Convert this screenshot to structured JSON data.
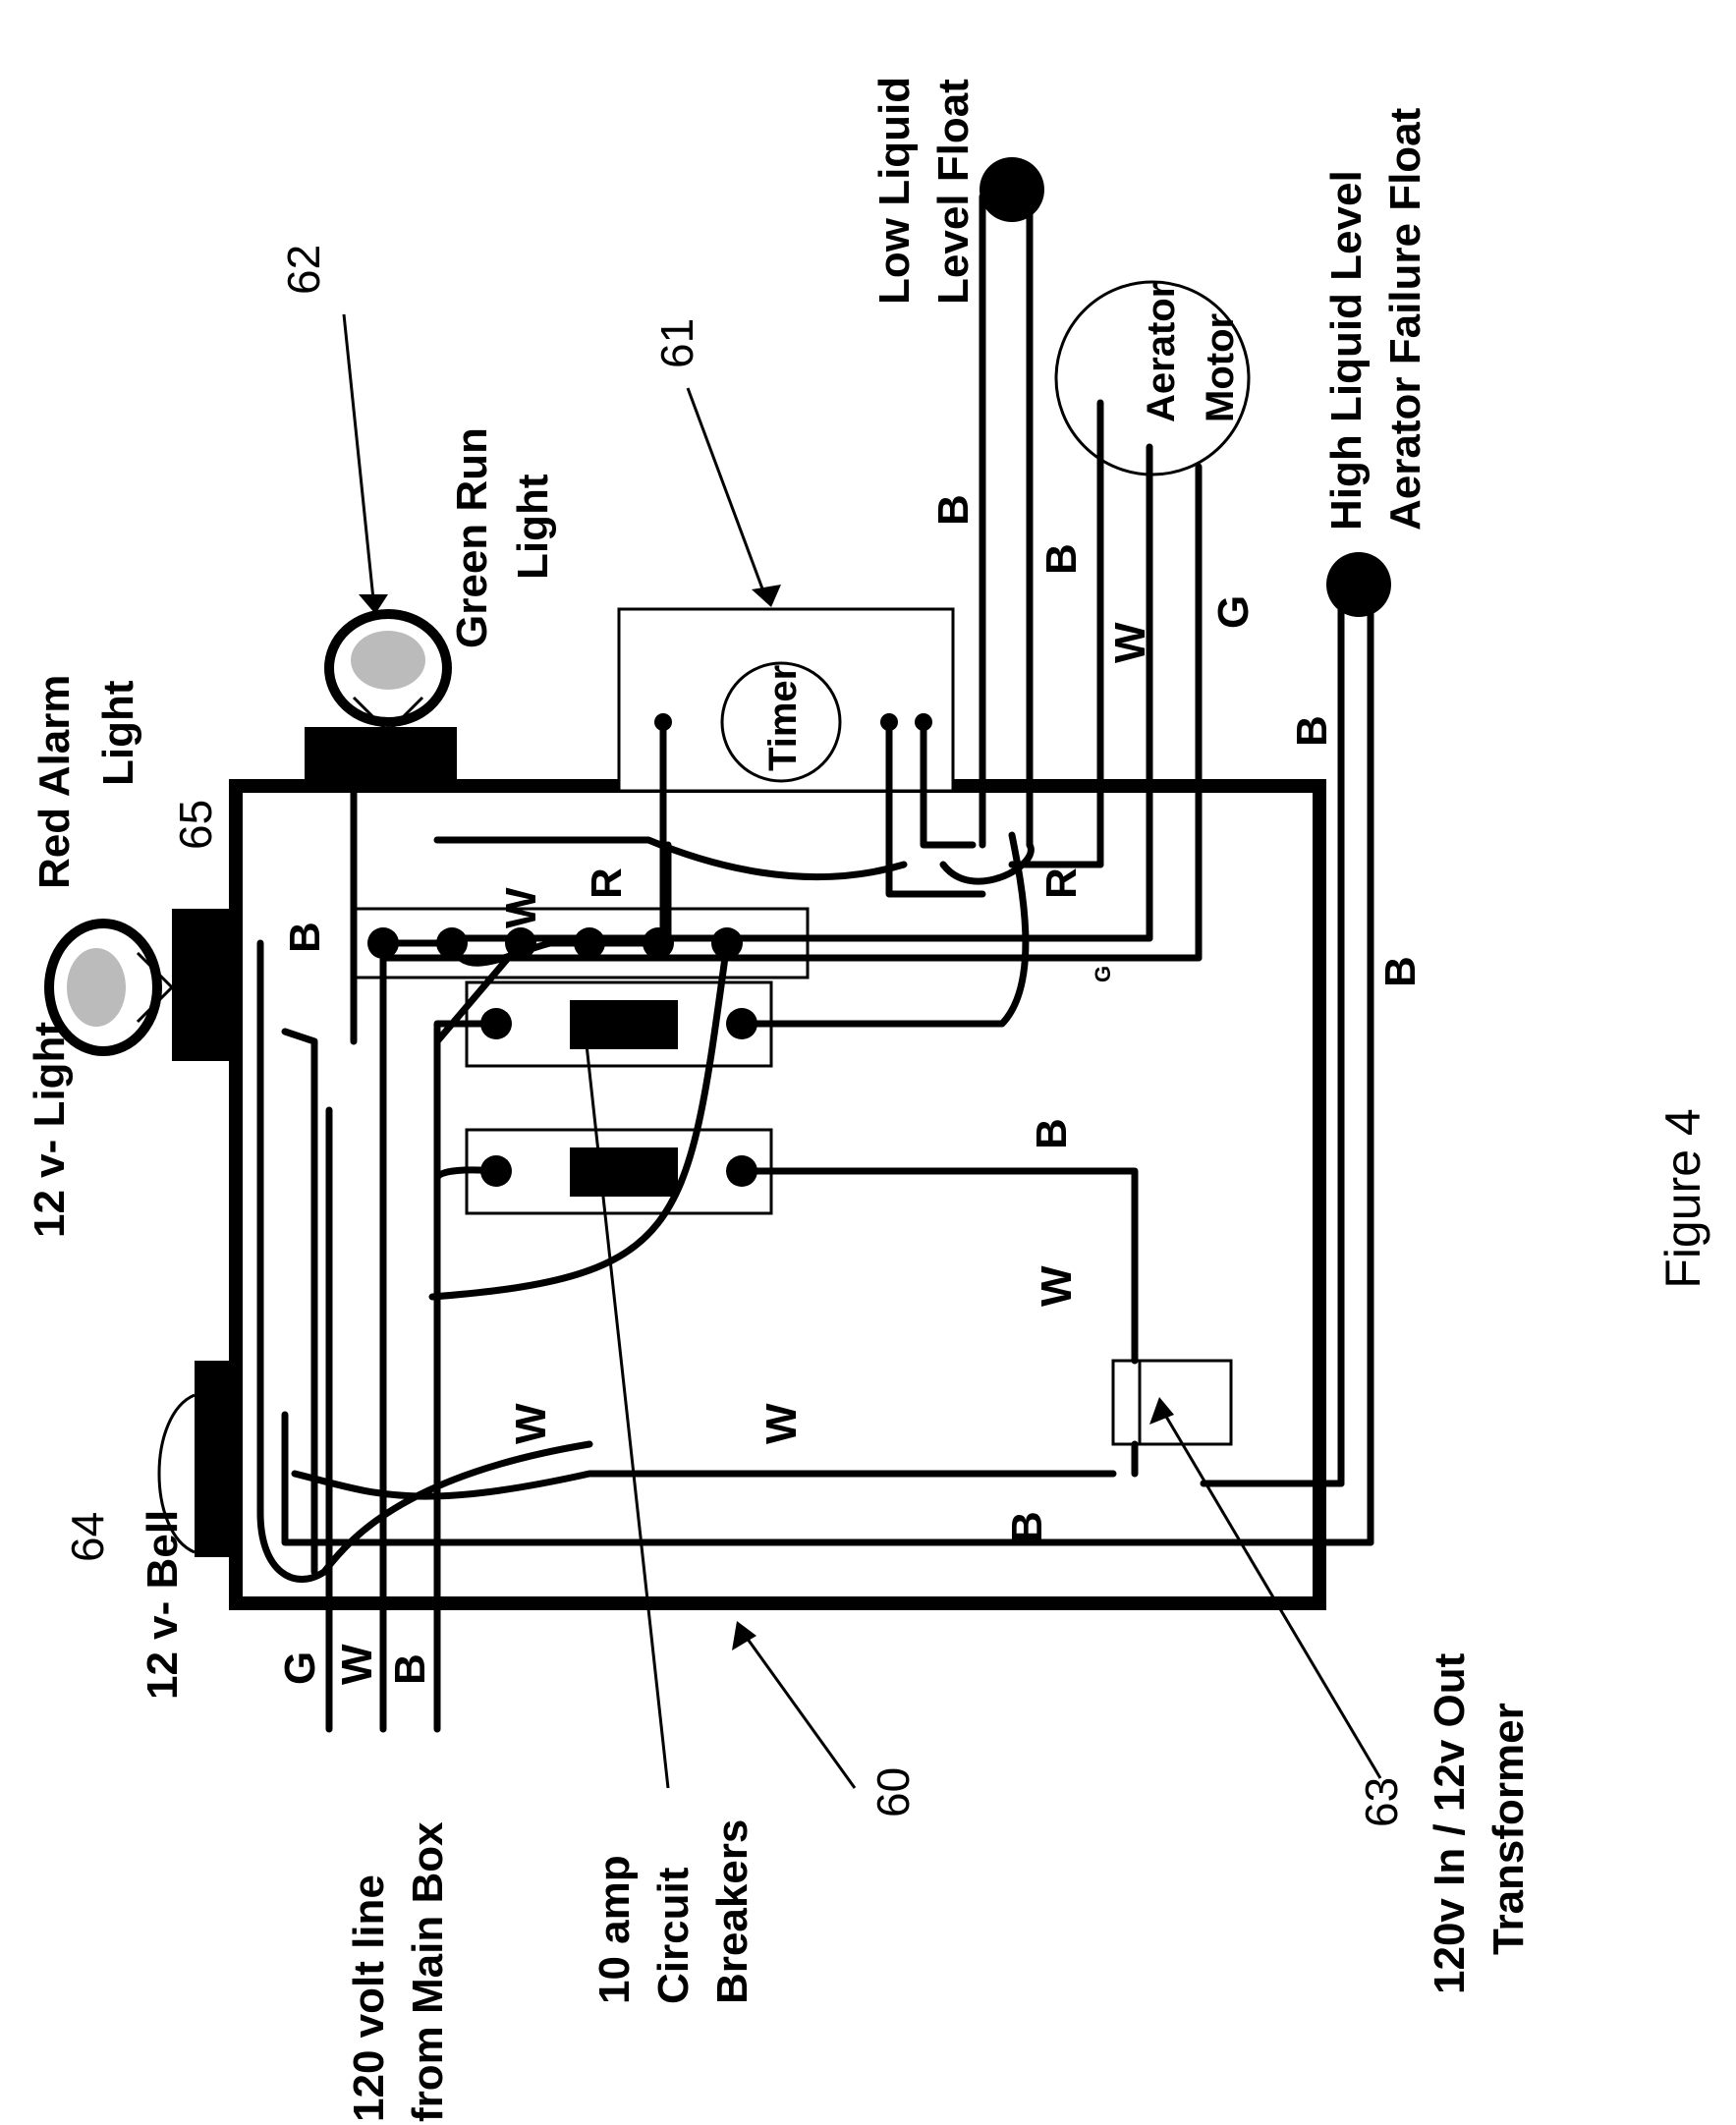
{
  "figure_title": "Figure 4",
  "ref_numbers": {
    "control_box": "60",
    "timer": "61",
    "green_run_light": "62",
    "transformer": "63",
    "bell": "64",
    "red_alarm_light": "65"
  },
  "labels": {
    "main_line_1": "120 volt line",
    "main_line_2": "from Main Box",
    "breakers_1": "10 amp",
    "breakers_2": "Circuit",
    "breakers_3": "Breakers",
    "transformer_1": "120v In / 12v Out",
    "transformer_2": "Transformer",
    "bell": "12 v- Bell",
    "light_12v": "12 v- Light",
    "red_alarm_1": "Red Alarm",
    "red_alarm_2": "Light",
    "green_run_1": "Green Run",
    "green_run_2": "Light",
    "timer": "Timer",
    "low_float_1": "Low Liquid",
    "low_float_2": "Level Float",
    "aerator_1": "Aerator",
    "aerator_2": "Motor",
    "high_float_1": "High Liquid Level",
    "high_float_2": "Aerator Failure Float"
  },
  "wire_codes": {
    "ground": "G",
    "white": "W",
    "black": "B",
    "red": "R"
  },
  "colors": {
    "line": "#000000",
    "background": "#ffffff"
  }
}
